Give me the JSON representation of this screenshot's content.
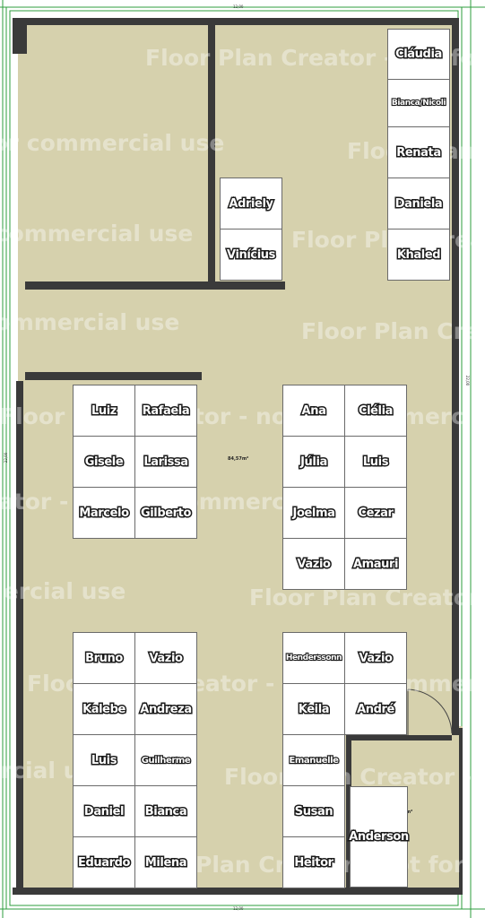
{
  "colors": {
    "floor": "#d6d1ad",
    "wall": "#3a3a3a",
    "guide": "#2e9e3e"
  },
  "watermark": {
    "line1": "Floor Plan Creator - not for commercial use"
  },
  "areas": {
    "main": "84,57m²",
    "small_room": "24,84m²"
  },
  "dimensions": {
    "top": "12,00",
    "bottom": "12,00",
    "left": "22,00",
    "right": "22,00"
  },
  "desks": {
    "top_right": [
      "Cláudia",
      "Bianca/Nicoli",
      "Renata",
      "Daniela",
      "Khaled"
    ],
    "middle_top": [
      "Adriely",
      "Vinícius"
    ],
    "left_upper": [
      [
        "Luiz",
        "Rafaela"
      ],
      [
        "Gisele",
        "Larissa"
      ],
      [
        "Marcelo",
        "Gilberto"
      ]
    ],
    "right_upper": [
      [
        "Ana",
        "Clélia"
      ],
      [
        "Júlia",
        "Luis"
      ],
      [
        "Joelma",
        "Cezar"
      ],
      [
        "Vazio",
        "Amauri"
      ]
    ],
    "left_lower": [
      [
        "Bruno",
        "Vazio"
      ],
      [
        "Kalebe",
        "Andreza"
      ],
      [
        "Luis",
        "Guilherme"
      ],
      [
        "Daniel",
        "Bianca"
      ],
      [
        "Eduardo",
        "Milena"
      ]
    ],
    "right_lower": [
      [
        "Henderssonn",
        "Vazio"
      ],
      [
        "Keila",
        "André"
      ],
      [
        "Emanuelle"
      ],
      [
        "Susan"
      ],
      [
        "Heitor"
      ]
    ],
    "small_room": [
      "Anderson"
    ]
  }
}
